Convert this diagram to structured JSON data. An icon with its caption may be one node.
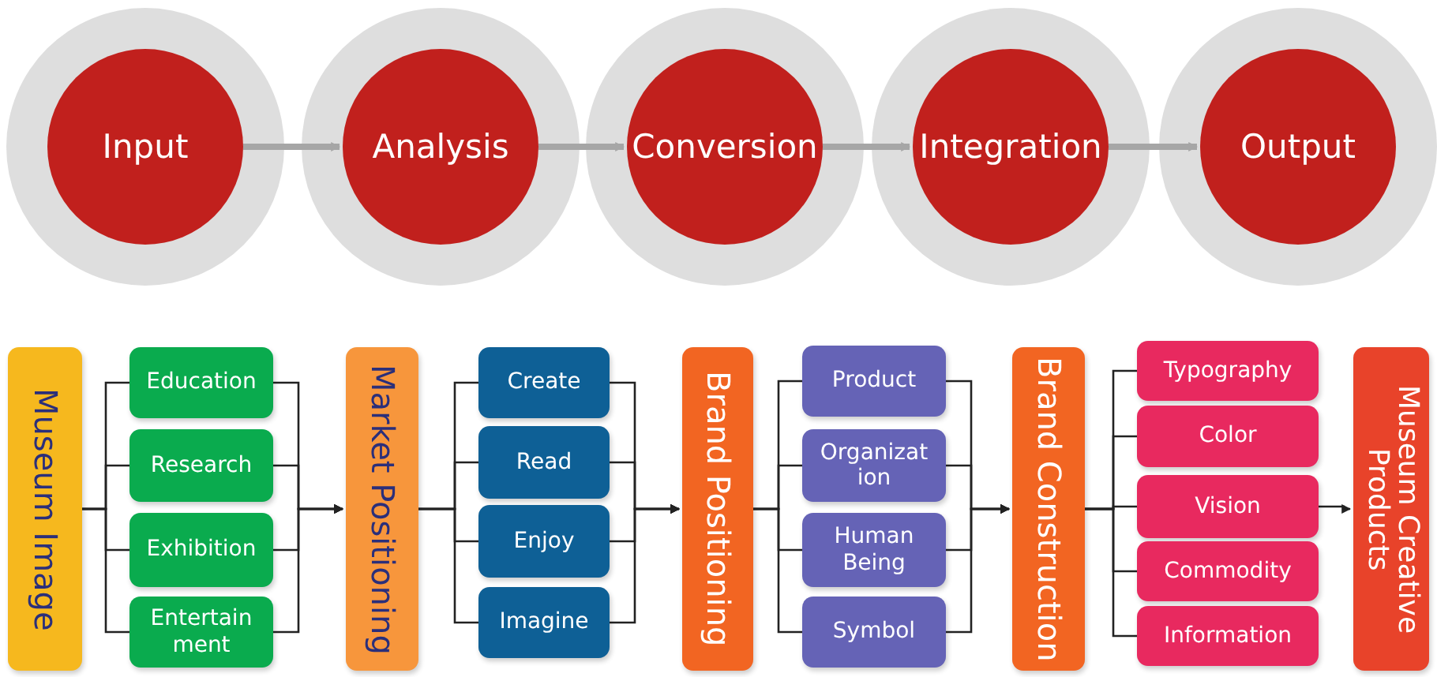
{
  "diagram": {
    "nodes": [
      {
        "text": [
          "Input"
        ]
      },
      {
        "text": [
          "Analysis"
        ]
      },
      {
        "text": [
          "Conversion"
        ]
      },
      {
        "text": [
          "Integration"
        ]
      },
      {
        "text": [
          "Output"
        ]
      },
      {
        "text": [
          "Museum Image"
        ]
      },
      {
        "text": [
          "Education"
        ]
      },
      {
        "text": [
          "Research"
        ]
      },
      {
        "text": [
          "Exhibition"
        ]
      },
      {
        "text": [
          "Entertain ment"
        ]
      },
      {
        "text": [
          "Market Positioning"
        ]
      },
      {
        "text": [
          "Create"
        ]
      },
      {
        "text": [
          "Read"
        ]
      },
      {
        "text": [
          "Enjoy"
        ]
      },
      {
        "text": [
          "Imagine"
        ]
      },
      {
        "text": [
          "Brand Positioning"
        ]
      },
      {
        "text": [
          "Product"
        ]
      },
      {
        "text": [
          "Organizat ion"
        ]
      },
      {
        "text": [
          "Human Being"
        ]
      },
      {
        "text": [
          "Symbol"
        ]
      },
      {
        "text": [
          "Brand Construction"
        ]
      },
      {
        "text": [
          "Typography"
        ]
      },
      {
        "text": [
          "Color"
        ]
      },
      {
        "text": [
          "Vision"
        ]
      },
      {
        "text": [
          "Commodity"
        ]
      },
      {
        "text": [
          "Information"
        ]
      },
      {
        "text": [
          "Museum Creative Products"
        ]
      }
    ],
    "edges": [
      {
        "from": 0,
        "to": 1,
        "arrow": "to",
        "style": "thick",
        "color": "#a6a6a6"
      },
      {
        "from": 1,
        "to": 2,
        "arrow": "to",
        "style": "thick",
        "color": "#a6a6a6"
      },
      {
        "from": 2,
        "to": 3,
        "arrow": "to",
        "style": "thick",
        "color": "#a6a6a6"
      },
      {
        "from": 3,
        "to": 4,
        "arrow": "to",
        "style": "thick",
        "color": "#a6a6a6"
      },
      {
        "from": 5,
        "to": 6,
        "arrow": "none"
      },
      {
        "from": 5,
        "to": 7,
        "arrow": "none"
      },
      {
        "from": 5,
        "to": 8,
        "arrow": "none"
      },
      {
        "from": 5,
        "to": 9,
        "arrow": "none"
      },
      {
        "from": 6,
        "to": 10,
        "arrow": "to"
      },
      {
        "from": 7,
        "to": 10,
        "arrow": "to"
      },
      {
        "from": 8,
        "to": 10,
        "arrow": "to"
      },
      {
        "from": 9,
        "to": 10,
        "arrow": "to"
      },
      {
        "from": 10,
        "to": 11,
        "arrow": "none"
      },
      {
        "from": 10,
        "to": 12,
        "arrow": "none"
      },
      {
        "from": 10,
        "to": 13,
        "arrow": "none"
      },
      {
        "from": 10,
        "to": 14,
        "arrow": "none"
      },
      {
        "from": 11,
        "to": 15,
        "arrow": "to"
      },
      {
        "from": 12,
        "to": 15,
        "arrow": "to"
      },
      {
        "from": 13,
        "to": 15,
        "arrow": "to"
      },
      {
        "from": 14,
        "to": 15,
        "arrow": "to"
      },
      {
        "from": 15,
        "to": 16,
        "arrow": "none"
      },
      {
        "from": 15,
        "to": 17,
        "arrow": "none"
      },
      {
        "from": 15,
        "to": 18,
        "arrow": "none"
      },
      {
        "from": 15,
        "to": 19,
        "arrow": "none"
      },
      {
        "from": 16,
        "to": 20,
        "arrow": "to"
      },
      {
        "from": 17,
        "to": 20,
        "arrow": "to"
      },
      {
        "from": 18,
        "to": 20,
        "arrow": "to"
      },
      {
        "from": 19,
        "to": 20,
        "arrow": "to"
      },
      {
        "from": 20,
        "to": 21,
        "arrow": "none"
      },
      {
        "from": 20,
        "to": 22,
        "arrow": "none"
      },
      {
        "from": 20,
        "to": 23,
        "arrow": "none"
      },
      {
        "from": 20,
        "to": 24,
        "arrow": "none"
      },
      {
        "from": 20,
        "to": 25,
        "arrow": "none"
      },
      {
        "from": 23,
        "to": 26,
        "arrow": "to"
      }
    ]
  }
}
